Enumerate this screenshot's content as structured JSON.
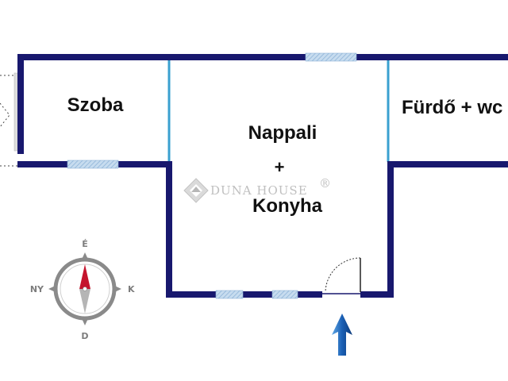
{
  "rooms": {
    "bedroom": "Szoba",
    "living_line1": "Nappali",
    "living_plus": "+",
    "living_line2": "Konyha",
    "bathroom": "Fürdő + wc"
  },
  "watermark": {
    "text": "DUNA HOUSE",
    "mark": "®"
  },
  "compass": {
    "north": "É",
    "south": "D",
    "east": "K",
    "west": "NY"
  },
  "icons": {
    "compass": "compass-rose-icon",
    "entrance": "entrance-arrow-icon",
    "logo": "duna-house-logo-icon"
  },
  "colors": {
    "wall": "#18186e",
    "window": "#a9c8e6",
    "partition": "#3aa0d0",
    "arrow": "#1a5fb4",
    "compass_red": "#c4142d",
    "compass_grey": "#8a8a8a"
  }
}
